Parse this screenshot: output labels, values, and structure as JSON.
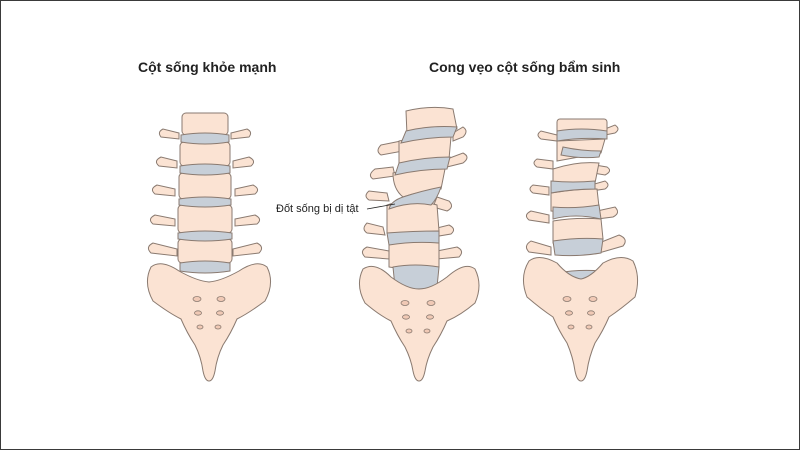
{
  "titles": {
    "healthy": "Cột sống khỏe mạnh",
    "congenital": "Cong vẹo cột sống bẩm sinh"
  },
  "annotation": {
    "deformed_vertebra": "Đốt sống bị dị tật"
  },
  "colors": {
    "bone": "#fbe3d3",
    "bone_outline": "#8a7a70",
    "disc": "#c7cfd8",
    "text": "#222222"
  }
}
